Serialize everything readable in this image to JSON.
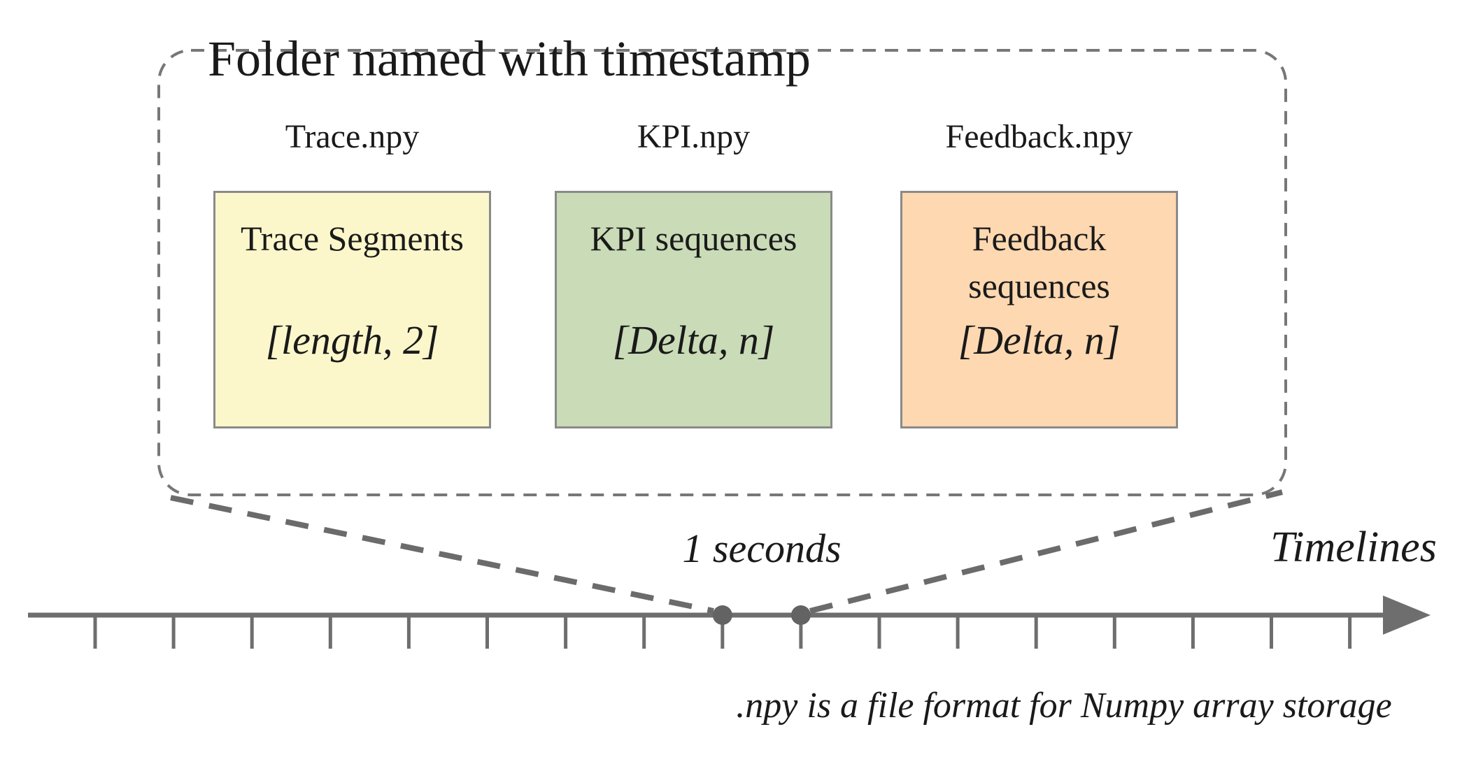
{
  "figure": {
    "title": "Folder named with timestamp",
    "files": [
      {
        "name": "Trace.npy",
        "content": "Trace Segments",
        "shape": "[length, 2]",
        "color": "#fbf7cb"
      },
      {
        "name": "KPI.npy",
        "content": "KPI sequences",
        "shape": "[Delta, n]",
        "color": "#c9dbb7"
      },
      {
        "name": "Feedback.npy",
        "content": "Feedback\nsequences",
        "shape": "[Delta, n]",
        "color": "#fdd8b1"
      }
    ],
    "timeline": {
      "interval_label": "1 seconds",
      "axis_label": "Timelines",
      "tick_count": 17,
      "marker_tick_indexes": [
        8,
        9
      ]
    },
    "caption": ".npy is a file format for Numpy array storage",
    "colors": {
      "line_gray": "#6e6e6e",
      "box_border_gray": "#8a8a8a",
      "text": "#1a1a1a"
    }
  }
}
